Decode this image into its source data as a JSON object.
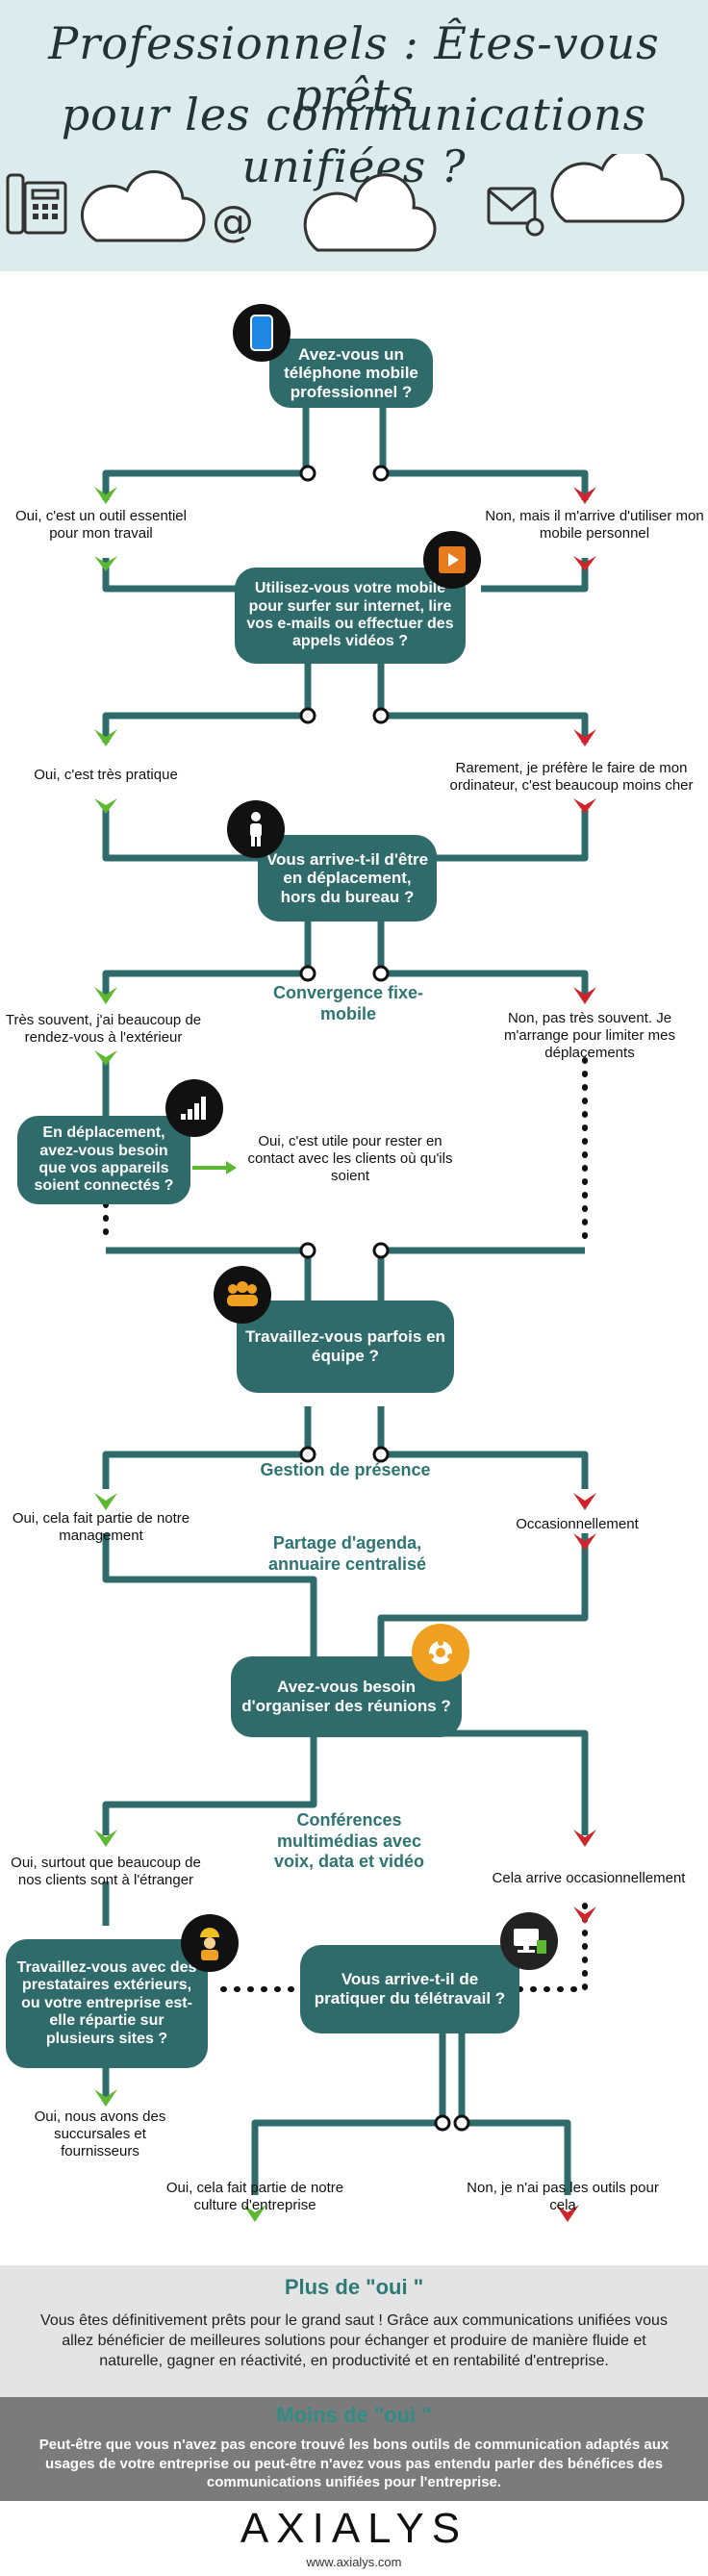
{
  "title": {
    "line1": "Professionnels : Êtes-vous prêts",
    "line2": "pour les communications unifiées ?"
  },
  "header_icons": [
    "fax-icon",
    "cloud-icon",
    "at-sign-icon",
    "cloud-icon",
    "envelope-icon",
    "cloud-icon"
  ],
  "colors": {
    "header_bg": "#dcebeb",
    "box": "#2e6b6a",
    "topic": "#2e7471",
    "yes_arrow": "#5bb830",
    "no_arrow": "#d0242a"
  },
  "flow": {
    "q1": {
      "text": "Avez-vous un téléphone mobile professionnel ?",
      "icon": "smartphone-icon"
    },
    "a1_yes": "Oui, c'est un outil essentiel pour mon travail",
    "a1_no": "Non, mais il m'arrive d'utiliser mon mobile personnel",
    "q2": {
      "text": "Utilisez-vous votre mobile pour surfer sur internet, lire vos e-mails ou effectuer des appels vidéos ?",
      "icon": "video-film-icon"
    },
    "a2_yes": "Oui, c'est très pratique",
    "a2_no": "Rarement, je préfère le faire de mon ordinateur, c'est beaucoup moins cher",
    "q3": {
      "text": "Vous arrive-t-il d'être en déplacement, hors du bureau ?",
      "icon": "person-icon"
    },
    "topic1": "Convergence fixe-mobile",
    "a3_yes": "Très souvent, j'ai beaucoup de rendez-vous à l'extérieur",
    "a3_no": "Non, pas très souvent. Je m'arrange pour limiter mes déplacements",
    "q4": {
      "text": "En déplacement, avez-vous besoin que vos appareils soient connectés ?",
      "icon": "signal-bars-icon"
    },
    "a4": "Oui, c'est utile pour rester en contact avec les clients où qu'ils soient",
    "q5": {
      "text": "Travaillez-vous parfois en équipe ?",
      "icon": "team-icon"
    },
    "topic2": "Gestion de présence",
    "a5_yes": "Oui, cela fait partie de notre management",
    "a5_no": "Occasionnellement",
    "topic3": "Partage d'agenda, annuaire centralisé",
    "q6": {
      "text": "Avez-vous besoin d'organiser des réunions ?",
      "icon": "meeting-icon"
    },
    "topic4": "Conférences multimédias avec voix, data et vidéo",
    "a6_yes": "Oui, surtout que beaucoup de nos clients sont à l'étranger",
    "a6_no": "Cela arrive occasionnellement",
    "q7": {
      "text": "Travaillez-vous avec des prestataires extérieurs, ou votre entreprise est-elle répartie sur plusieurs sites ?",
      "icon": "worker-icon"
    },
    "a7": "Oui, nous avons des succursales et fournisseurs",
    "q8": {
      "text": "Vous arrive-t-il de pratiquer du télétravail ?",
      "icon": "home-office-icon"
    },
    "a8_yes": "Oui, cela fait partie de notre culture d'entreprise",
    "a8_no": "Non, je n'ai pas les outils pour cela"
  },
  "plus": {
    "title": "Plus de \"oui \"",
    "text": "Vous êtes définitivement prêts pour le grand saut ! Grâce aux communications unifiées vous allez bénéficier de meilleures solutions pour échanger et produire de manière fluide et naturelle, gagner en réactivité, en productivité et en rentabilité d'entreprise."
  },
  "moins": {
    "title": "Moins de \"oui \"",
    "text": "Peut-être que vous n'avez pas encore trouvé les bons outils de communication adaptés aux usages de votre entreprise ou peut-être n'avez vous pas entendu parler des bénéfices des communications unifiées pour l'entreprise."
  },
  "footer": {
    "brand": "AXIALYS",
    "url": "www.axialys.com"
  }
}
